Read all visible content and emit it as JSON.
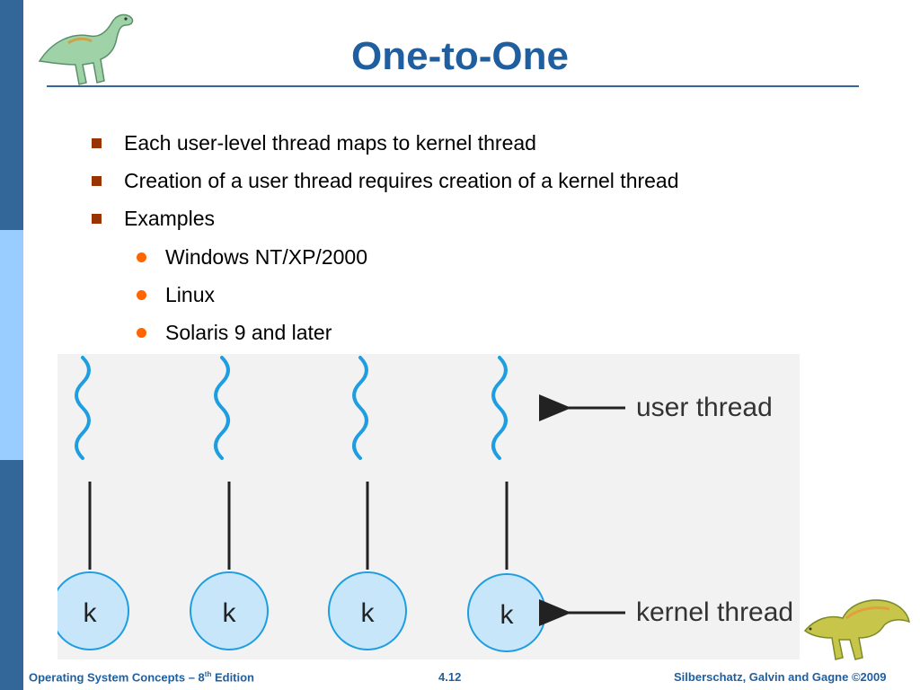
{
  "slide": {
    "title": "One-to-One",
    "bullets": [
      "Each user-level thread maps to kernel thread",
      "Creation of a user thread requires creation of a kernel thread",
      "Examples"
    ],
    "sub_bullets": [
      "Windows NT/XP/2000",
      "Linux",
      "Solaris 9 and later"
    ]
  },
  "diagram": {
    "user_thread_label": "user thread",
    "kernel_thread_label": "kernel thread",
    "threads": [
      {
        "kernel_label": "k"
      },
      {
        "kernel_label": "k"
      },
      {
        "kernel_label": "k"
      },
      {
        "kernel_label": "k"
      }
    ],
    "colors": {
      "user_thread": "#1e9ee0",
      "kernel_fill": "#c8e6fa",
      "kernel_stroke": "#1e9ee0",
      "line": "#222222"
    }
  },
  "footer": {
    "left_prefix": "Operating System Concepts – 8",
    "left_sup": "th",
    "left_suffix": " Edition",
    "center": "4.12",
    "right": "Silberschatz, Galvin and Gagne ©2009"
  },
  "theme": {
    "sidebar_dark": "#336699",
    "sidebar_light": "#99ccff",
    "title_color": "#1f5f9f",
    "square_bullet": "#993300",
    "round_bullet": "#ff6600"
  }
}
